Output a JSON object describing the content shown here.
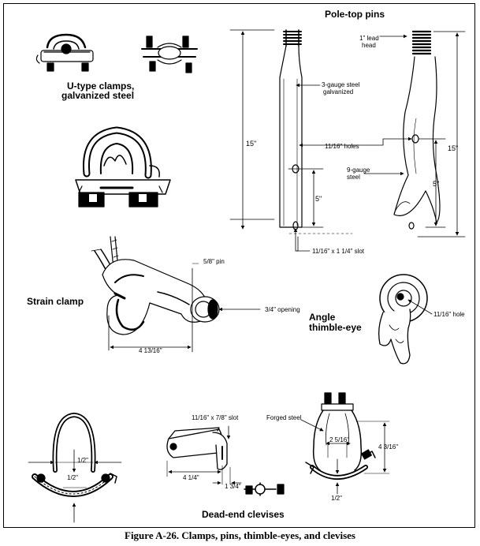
{
  "figure": {
    "caption": "Figure A-26.  Clamps, pins, thimble-eyes, and clevises",
    "sections": {
      "u_clamps": {
        "title_line1": "U-type clamps,",
        "title_line2": "galvanized steel"
      },
      "pole_top_pins": {
        "title": "Pole-top pins"
      },
      "strain_clamp": {
        "title": "Strain clamp"
      },
      "angle_thimble": {
        "title_line1": "Angle",
        "title_line2": "thimble-eye"
      },
      "dead_end_clevises": {
        "title": "Dead-end clevises"
      }
    },
    "pin_labels": {
      "lead_head_1": "1\" lead",
      "lead_head_2": "head",
      "steel_1": "3-gauge steel",
      "steel_2": "galvanized",
      "height_left": "15\"",
      "height_right": "15\"",
      "holes": "11/16\" holes",
      "gauge_1": "9-gauge",
      "gauge_2": "steel",
      "dim_left": "5\"",
      "dim_right": "5\"",
      "slot": "11/16\" x 1 1/4\" slot"
    },
    "strain_labels": {
      "pin": "5/8\" pin",
      "opening": "3/4\" opening",
      "width": "4 13/16\""
    },
    "thimble_labels": {
      "hole": "11/16\" hole"
    },
    "clevis_labels": {
      "u_width": "1/2\"",
      "u_thick": "1/2\"",
      "slot": "11/16\" x 7/8\" slot",
      "length": "4 1/4\"",
      "thick": "1 3/4\"",
      "forged": "Forged steel",
      "inner": "2 5/16\"",
      "height": "4 3/16\"",
      "bottom": "1/2\""
    }
  }
}
